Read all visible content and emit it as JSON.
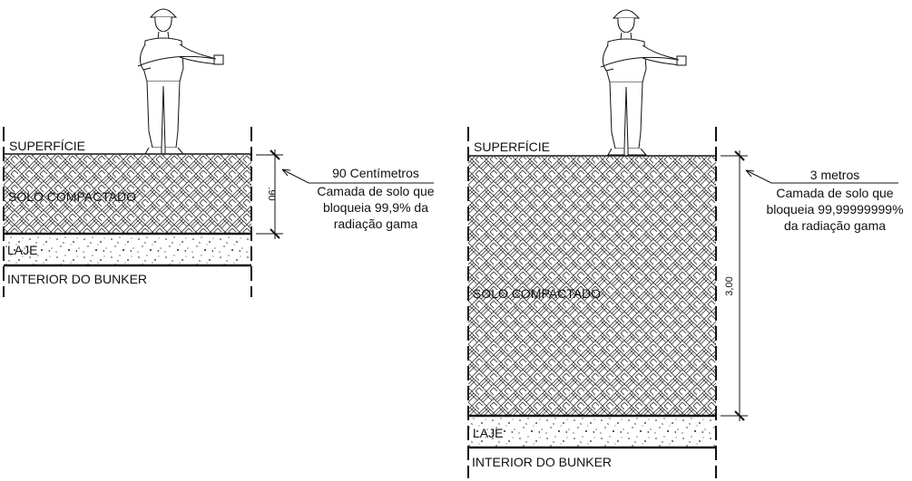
{
  "left_section": {
    "surface_label": "SUPERFÍCIE",
    "soil_label": "SOLO COMPACTADO",
    "slab_label": "LAJE",
    "interior_label": "INTERIOR DO BUNKER",
    "dimension_value": ".90",
    "note_title": "90 Centímetros",
    "note_lines": [
      "Camada de solo que",
      "bloqueia 99,9% da",
      "radiação gama"
    ]
  },
  "right_section": {
    "surface_label": "SUPERFÍCIE",
    "soil_label": "SOLO COMPACTADO",
    "slab_label": "LAJE",
    "interior_label": "INTERIOR DO BUNKER",
    "dimension_value": "3,00",
    "note_title": "3 metros",
    "note_lines": [
      "Camada de solo que",
      "bloqueia 99,99999999%",
      "da radiação gama"
    ]
  },
  "colors": {
    "line": "#111111",
    "background": "#ffffff"
  }
}
